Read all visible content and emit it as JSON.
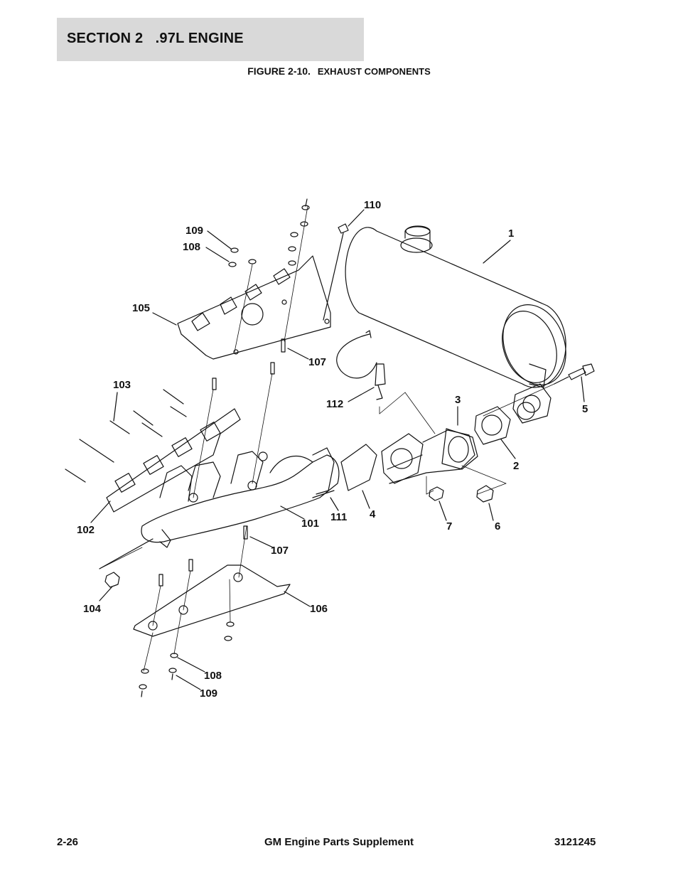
{
  "header": {
    "section": "SECTION 2",
    "engine": ".97L ENGINE"
  },
  "figure": {
    "number": "FIGURE 2-10.",
    "title": "EXHAUST COMPONENTS"
  },
  "callouts": {
    "c1": "1",
    "c2": "2",
    "c3": "3",
    "c4": "4",
    "c5": "5",
    "c6": "6",
    "c7": "7",
    "c101": "101",
    "c102": "102",
    "c103": "103",
    "c104": "104",
    "c105": "105",
    "c106": "106",
    "c107a": "107",
    "c107b": "107",
    "c108a": "108",
    "c108b": "108",
    "c109a": "109",
    "c109b": "109",
    "c110": "110",
    "c111": "111",
    "c112": "112"
  },
  "footer": {
    "page": "2-26",
    "title": "GM Engine Parts Supplement",
    "doc_number": "3121245"
  }
}
